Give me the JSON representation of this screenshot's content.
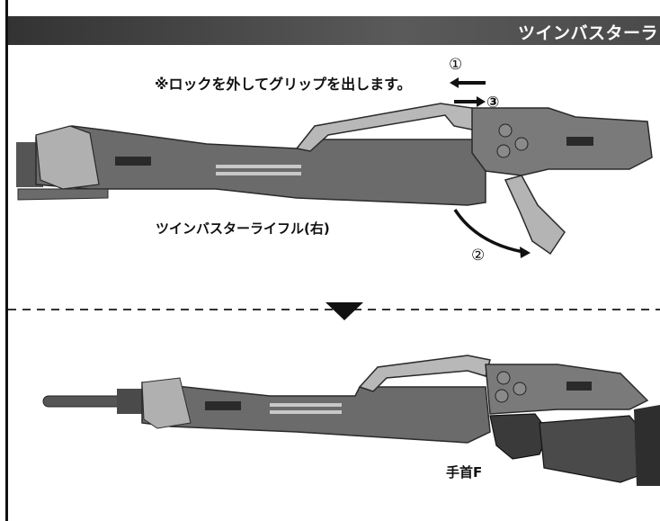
{
  "header": {
    "title": "ツインバスターラ"
  },
  "instruction": {
    "note": "※ロックを外してグリップを出します。"
  },
  "steps": {
    "step1": "①",
    "step2": "②",
    "step3": "③"
  },
  "captions": {
    "rifle_label": "ツインバスターライフル(右)",
    "hand_label": "手首F"
  },
  "colors": {
    "header_bg": "#444444",
    "divider": "#333333",
    "rifle_dark": "#6b6b6b",
    "rifle_light": "#b4b4b4",
    "arrow": "#111111"
  }
}
